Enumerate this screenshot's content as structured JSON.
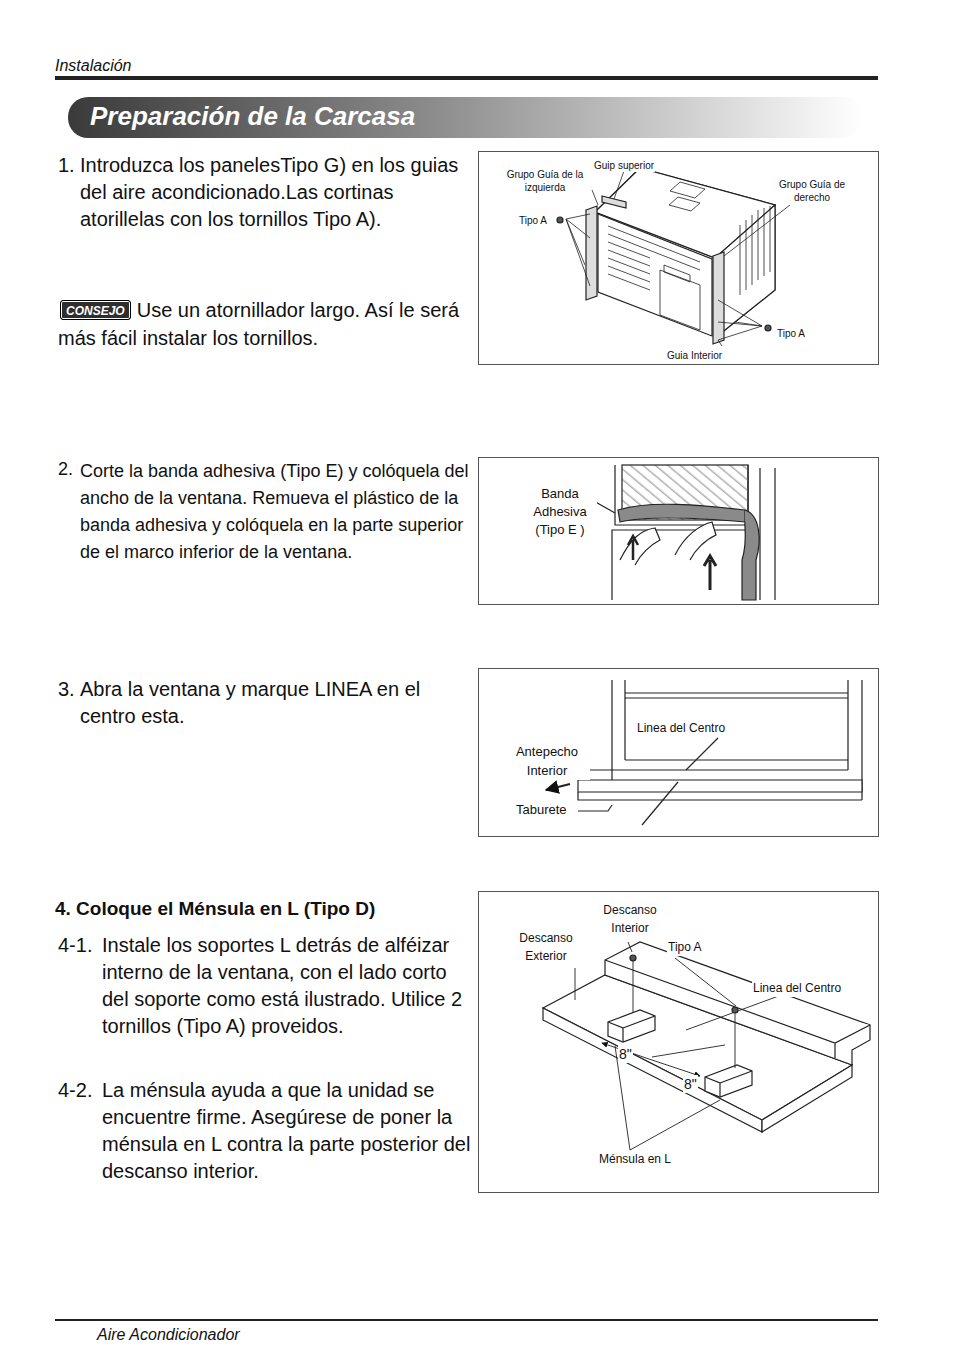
{
  "diagram": {
    "title": "Preparación de la Carcasa",
    "nodes": [
      {
        "text": [
          "CONSEJO"
        ]
      }
    ],
    "labels": [
      "Instalación",
      "1.",
      "Introduzca los panelesTipo G) en los guias del aire acondicionado.Las cortinas atorillelas con los tornillos Tipo A).",
      "Use un atornillador largo. Así le será más fácil instalar los tornillos.",
      "Guip superior",
      "Grupo Guía de la izquierda",
      "Grupo Guía de derecho",
      "Tipo A",
      "Tipo A",
      "Guia Interior",
      "2.",
      "Corte la banda adhesiva (Tipo E) y colóquela del ancho de la ventana. Remueva el plástico de la banda adhesiva y colóquela en la parte superior de el marco inferior de la ventana.",
      "Banda Adhesiva (Tipo E )",
      "3.",
      "Abra la ventana y marque LINEA en el centro esta.",
      "Linea del Centro",
      "Antepecho Interior",
      "Taburete",
      "4. Coloque el Ménsula en L (Tipo D)",
      "4-1.",
      "Instale los soportes L detrás de alféizar interno de la ventana, con el lado corto del soporte como está ilustrado. Utilice 2 tornillos (Tipo A) proveidos.",
      "4-2.",
      "La ménsula ayuda a que la unidad se encuentre firme. Asegúrese de poner la ménsula en L contra la parte posterior del descanso interior.",
      "Descanso Interior",
      "Descanso Exterior",
      "Tipo A",
      "Linea del Centro",
      "8\"",
      "8\"",
      "Ménsula en L",
      "Aire Acondicionador"
    ]
  }
}
